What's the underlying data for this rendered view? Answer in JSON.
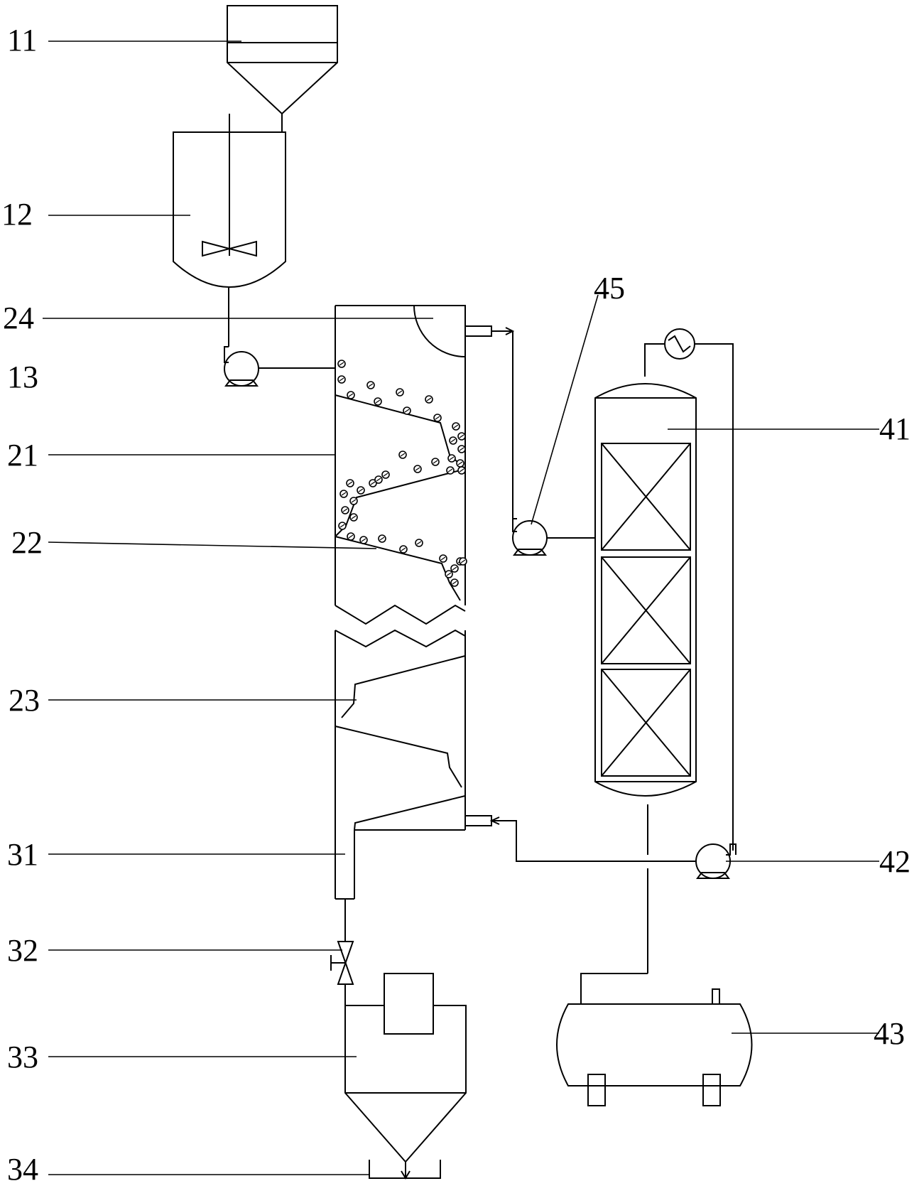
{
  "colors": {
    "line": "#000000",
    "background": "#ffffff"
  },
  "labels": {
    "l11": "11",
    "l12": "12",
    "l24": "24",
    "l13": "13",
    "l21": "21",
    "l22": "22",
    "l23": "23",
    "l31": "31",
    "l32": "32",
    "l33": "33",
    "l34": "34",
    "l45": "45",
    "l41": "41",
    "l42": "42",
    "l43": "43"
  },
  "icons": [
    "hopper",
    "stirred-tank",
    "agitator",
    "pump",
    "column",
    "zigzag-break",
    "valve",
    "collection-tank",
    "packed-tower",
    "heat-exchanger",
    "horizontal-storage-tank",
    "tray"
  ]
}
